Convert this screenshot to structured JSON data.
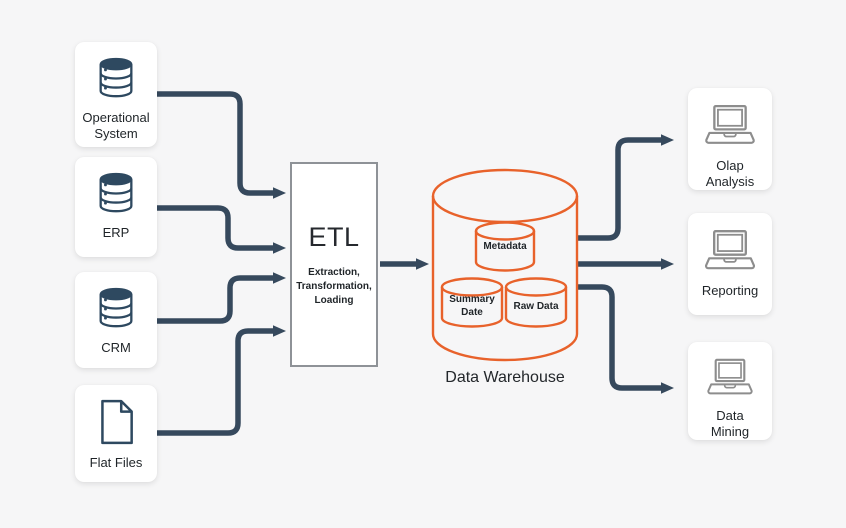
{
  "colors": {
    "arrow": "#36495d",
    "database_icon": "#2e4960",
    "warehouse_orange": "#e8622b",
    "laptop_icon_gray": "#8d8d8d",
    "background": "#f6f6f7",
    "card_background": "#ffffff",
    "text": "#1f2428",
    "etl_border": "#8e9297"
  },
  "sources": [
    {
      "label": "Operational System",
      "icon": "database-icon"
    },
    {
      "label": "ERP",
      "icon": "database-icon"
    },
    {
      "label": "CRM",
      "icon": "database-icon"
    },
    {
      "label": "Flat Files",
      "icon": "document-icon"
    }
  ],
  "etl": {
    "title": "ETL",
    "subtitle": "Extraction, Transformation, Loading"
  },
  "warehouse": {
    "label": "Data Warehouse",
    "stores": [
      {
        "label": "Metadata"
      },
      {
        "label": "Summary Date"
      },
      {
        "label": "Raw Data"
      }
    ]
  },
  "outputs": [
    {
      "label": "Olap Analysis",
      "icon": "laptop-icon"
    },
    {
      "label": "Reporting",
      "icon": "laptop-icon"
    },
    {
      "label": "Data Mining",
      "icon": "laptop-icon"
    }
  ]
}
